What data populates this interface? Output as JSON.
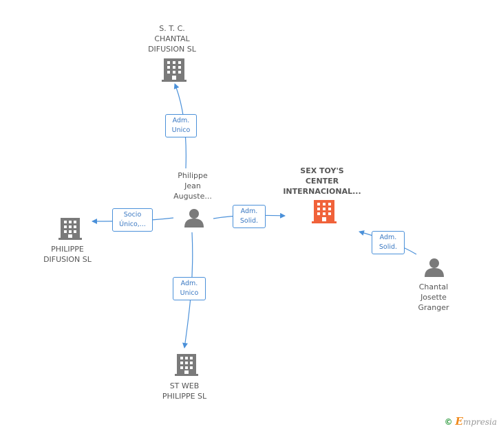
{
  "nodes": {
    "stc": {
      "label": "S.  T.  C.\nCHANTAL\nDIFUSION  SL",
      "type": "company"
    },
    "philippe_person": {
      "label": "Philippe\nJean\nAuguste...",
      "type": "person"
    },
    "sextoy": {
      "label": "SEX TOY'S\nCENTER\nINTERNACIONAL...",
      "type": "company-main"
    },
    "philippe_difusion": {
      "label": "PHILIPPE\nDIFUSION SL",
      "type": "company"
    },
    "stweb": {
      "label": "ST WEB\nPHILIPPE  SL",
      "type": "company"
    },
    "chantal": {
      "label": "Chantal\nJosette\nGranger",
      "type": "person"
    }
  },
  "relations": {
    "to_stc": "Adm.\nUnico",
    "to_philippe_difusion": "Socio\nÚnico,...",
    "to_sextoy": "Adm.\nSolid.",
    "to_stweb": "Adm.\nUnico",
    "chantal_to_sextoy": "Adm.\nSolid."
  },
  "colors": {
    "line": "#4a90d9",
    "company_icon": "#7a7a7a",
    "main_icon": "#f0623a",
    "person_icon": "#7a7a7a"
  },
  "brand": {
    "symbol": "©",
    "initial": "E",
    "rest": "mpresia"
  }
}
